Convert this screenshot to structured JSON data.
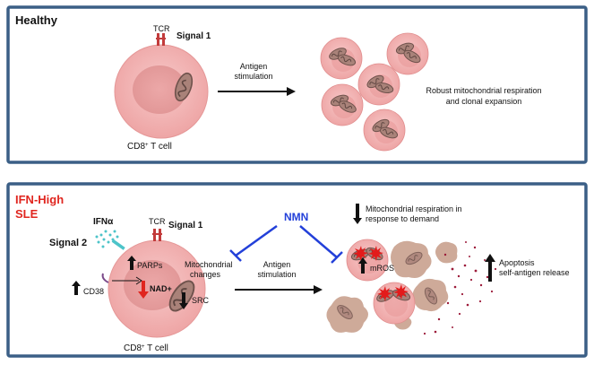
{
  "colors": {
    "panel_border": "#3b5f86",
    "cell_fill": "#f4b8b8",
    "cell_inner": "#e79c9c",
    "mito_fill": "#a98279",
    "mito_dark": "#6f524c",
    "ifn_red": "#e0261f",
    "nmn_blue": "#2340d9",
    "ifn_dots": "#4cc4c9",
    "debris": "#c9a18e",
    "ros_red": "#e31b1b",
    "speckle": "#9c1b3a"
  },
  "healthy": {
    "title": "Healthy",
    "tcr": "TCR",
    "signal1": "Signal 1",
    "cell_label_pre": "CD8",
    "cell_label_sup": "+",
    "cell_label_post": " T cell",
    "arrow_line1": "Antigen",
    "arrow_line2": "stimulation",
    "outcome_line1": "Robust mitochondrial respiration",
    "outcome_line2": "and clonal expansion"
  },
  "sle": {
    "title_line1": "IFN-High",
    "title_line2": "SLE",
    "ifna": "IFNα",
    "signal2": "Signal 2",
    "tcr": "TCR",
    "signal1": "Signal 1",
    "parps": "PARPs",
    "nad": "NAD+",
    "cd38": "CD38",
    "mito_line1": "Mitochondrial",
    "mito_line2": "changes",
    "src": "SRC",
    "cell_label_pre": "CD8",
    "cell_label_sup": "+",
    "cell_label_post": " T cell",
    "nmn": "NMN",
    "arrow_line1": "Antigen",
    "arrow_line2": "stimulation",
    "resp_line1": "Mitochondrial respiration in",
    "resp_line2": "response to demand",
    "mros": "mROS",
    "apop_line1": "Apoptosis",
    "apop_line2": "self-antigen release"
  }
}
